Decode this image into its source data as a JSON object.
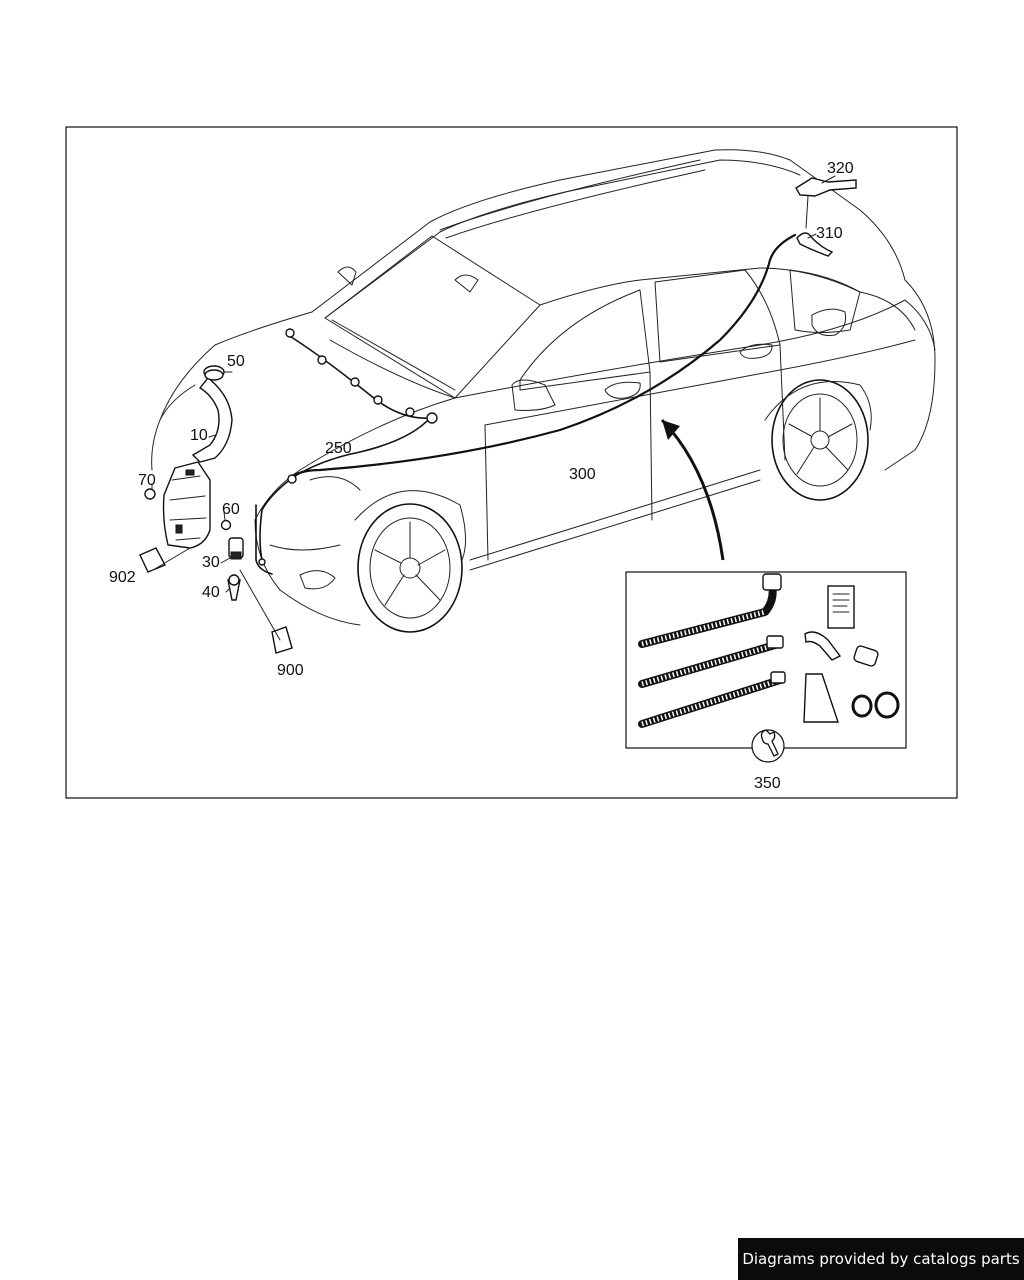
{
  "diagram": {
    "labels": {
      "p10": "10",
      "p30": "30",
      "p40": "40",
      "p50": "50",
      "p60": "60",
      "p70": "70",
      "p250": "250",
      "p300": "300",
      "p310": "310",
      "p320": "320",
      "p350": "350",
      "p900": "900",
      "p902": "902"
    }
  },
  "footer": {
    "credit": "Diagrams provided by catalogs parts"
  }
}
